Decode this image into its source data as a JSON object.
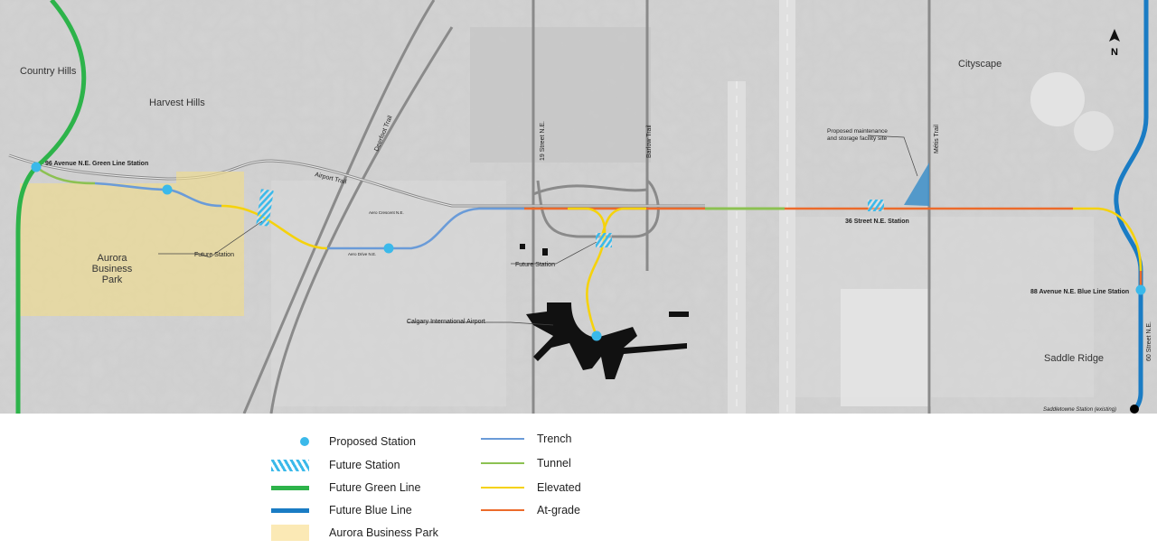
{
  "map": {
    "north_label": "N",
    "areas": [
      "Country Hills",
      "Harvest Hills",
      "Cityscape",
      "Saddle Ridge"
    ],
    "aurora_label": [
      "Aurora",
      "Business",
      "Park"
    ],
    "roads": {
      "airport_trail": "Airport Trail",
      "deerfoot_trail": "Deerfoot Trail",
      "street_19": "19 Street N.E.",
      "barlow_trail": "Barlow Trail",
      "metis_trail": "Métis Trail",
      "street_60": "60 Street N.E.",
      "aero_crescent": "Aero Crescent N.E.",
      "aero_drive": "Aero Drive N.E."
    },
    "stations": {
      "ave96": "96 Avenue N.E. Green Line Station",
      "future_west": "Future Station",
      "future_airport": "Future Station",
      "airport": "Calgary International Airport",
      "street36": "36 Street N.E. Station",
      "ave88": "88 Avenue N.E. Blue Line Station",
      "saddletowne": "Saddletowne Station (existing)"
    },
    "maintenance": [
      "Proposed maintenance",
      "and storage facility site"
    ]
  },
  "legend": {
    "left": [
      {
        "label": "Proposed Station",
        "icon": "proposed-station-icon"
      },
      {
        "label": "Future Station",
        "icon": "future-station-icon"
      },
      {
        "label": "Future Green Line",
        "icon": "green-line-icon"
      },
      {
        "label": "Future Blue Line",
        "icon": "blue-line-icon"
      },
      {
        "label": "Aurora Business Park",
        "icon": "business-park-icon"
      }
    ],
    "right": [
      {
        "label": "Trench",
        "icon": "trench-icon"
      },
      {
        "label": "Tunnel",
        "icon": "tunnel-icon"
      },
      {
        "label": "Elevated",
        "icon": "elevated-icon"
      },
      {
        "label": "At-grade",
        "icon": "at-grade-icon"
      }
    ]
  },
  "colors": {
    "station": "#3bb9ea",
    "green_line": "#2db34a",
    "blue_line": "#1a7cc4",
    "trench": "#6a9bd8",
    "tunnel": "#8cc152",
    "elevated": "#f5d20c",
    "at_grade": "#ec6b2b",
    "park": "#fbe9b5"
  }
}
